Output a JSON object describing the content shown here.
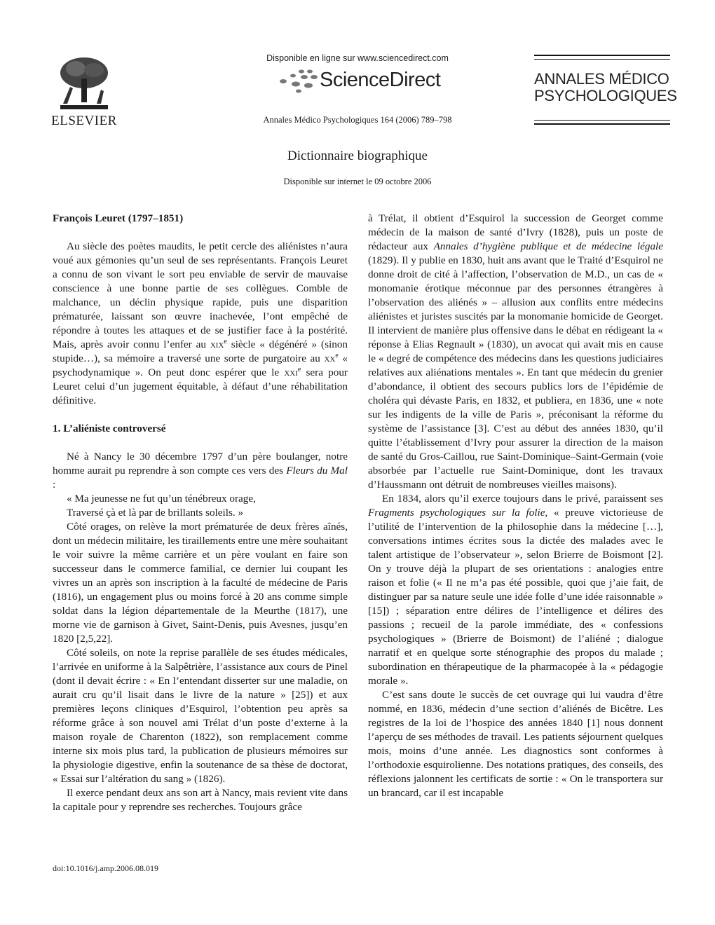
{
  "header": {
    "publisher": "ELSEVIER",
    "online_notice": "Disponible en ligne sur www.sciencedirect.com",
    "platform": "ScienceDirect",
    "journal_reference": "Annales Médico Psychologiques 164 (2006) 789–798",
    "journal_title_line1": "ANNALES MÉDICO",
    "journal_title_line2": "PSYCHOLOGIQUES"
  },
  "section": "Dictionnaire biographique",
  "availability": "Disponible sur internet le 09 octobre 2006",
  "article": {
    "title": "François Leuret (1797–1851)",
    "intro_a": "Au siècle des poètes maudits, le petit cercle des aliénistes n’aura voué aux gémonies qu’un seul de ses représentants. François Leuret a connu de son vivant le sort peu enviable de servir de mauvaise conscience à une bonne partie de ses collègues. Comble de malchance, un déclin physique rapide, puis une disparition prématurée, laissant son œuvre inachevée, l’ont empêché de répondre à toutes les attaques et de se justifier face à la postérité. Mais, après avoir connu l’enfer au ",
    "century_19": "xix",
    "century_suffix": "e",
    "intro_b": " siècle « dégénéré » (sinon stupide…), sa mémoire a traversé une sorte de purgatoire au ",
    "century_20": "xx",
    "intro_c": " « psychodynamique ». On peut donc espérer que le ",
    "century_21": "xxi",
    "intro_d": " sera pour Leuret celui d’un jugement équitable, à défaut d’une réhabilitation définitive.",
    "heading_1": "1. L’aliéniste controversé",
    "p1_a": "Né à Nancy le 30 décembre 1797 d’un père boulanger, notre homme aurait pu reprendre à son compte ces vers des ",
    "p1_work": "Fleurs du Mal",
    "p1_b": " :",
    "verse_1": "« Ma jeunesse ne fut qu’un ténébreux orage,",
    "verse_2": "Traversé çà et là par de brillants soleils. »",
    "p2": "Côté orages, on relève la mort prématurée de deux frères aînés, dont un médecin militaire, les tiraillements entre une mère souhaitant le voir suivre la même carrière et un père voulant en faire son successeur dans le commerce familial, ce dernier lui coupant les vivres un an après son inscription à la faculté de médecine de Paris (1816), un engagement plus ou moins forcé à 20 ans comme simple soldat dans la légion départementale de la Meurthe (1817), une morne vie de garnison à Givet, Saint-Denis, puis Avesnes, jusqu’en 1820 [2,5,22].",
    "p3": "Côté soleils, on note la reprise parallèle de ses études médicales, l’arrivée en uniforme à la Salpêtrière, l’assistance aux cours de Pinel (dont il devait écrire : « En l’entendant disserter sur une maladie, on aurait cru qu’il lisait dans le livre de la nature » [25]) et aux premières leçons cliniques d’Esquirol, l’obtention peu après sa réforme grâce à son nouvel ami Trélat d’un poste d’externe à la maison royale de Charenton (1822), son remplacement comme interne six mois plus tard, la publication de plusieurs mémoires sur la physiologie digestive, enfin la soutenance de sa thèse de doctorat, « Essai sur l’altération du sang » (1826).",
    "p4": "Il exerce pendant deux ans son art à Nancy, mais revient vite dans la capitale pour y reprendre ses recherches. Toujours grâce",
    "p5_a": "à Trélat, il obtient d’Esquirol la succession de Georget comme médecin de la maison de santé d’Ivry (1828), puis un poste de rédacteur aux ",
    "p5_journal": "Annales d’hygiène publique et de médecine légale",
    "p5_b": " (1829). Il y publie en 1830, huit ans avant que le Traité d’Esquirol ne donne droit de cité à l’affection, l’observation de M.D., un cas de « monomanie érotique méconnue par des personnes étrangères à l’observation des aliénés » – allusion aux conflits entre médecins aliénistes et juristes suscités par la monomanie homicide de Georget. Il intervient de manière plus offensive dans le débat en rédigeant la « réponse à Elias Regnault » (1830), un avocat qui avait mis en cause le « degré de compétence des médecins dans les questions judiciaires relatives aux aliénations mentales ». En tant que médecin du grenier d’abondance, il obtient des secours publics lors de l’épidémie de choléra qui dévaste Paris, en 1832, et publiera, en 1836, une « note sur les indigents de la ville de Paris », préconisant la réforme du système de l’assistance [3]. C’est au début des années 1830, qu’il quitte l’établissement d’Ivry pour assurer la direction de la maison de santé du Gros-Caillou, rue Saint-Dominique–Saint-Germain (voie absorbée par l’actuelle rue Saint-Dominique, dont les travaux d’Haussmann ont détruit de nombreuses vieilles maisons).",
    "p6_a": "En 1834, alors qu’il exerce toujours dans le privé, paraissent ses ",
    "p6_work": "Fragments psychologiques sur la folie",
    "p6_b": ", « preuve victorieuse de l’utilité de l’intervention de la philosophie dans la médecine […], conversations intimes écrites sous la dictée des malades avec le talent artistique de l’observateur », selon Brierre de Boismont [2]. On y trouve déjà la plupart de ses orientations : analogies entre raison et folie (« Il ne m’a pas été possible, quoi que j’aie fait, de distinguer par sa nature seule une idée folle d’une idée raisonnable » [15]) ; séparation entre délires de l’intelligence et délires des passions ; recueil de la parole immédiate, des « confessions psychologiques » (Brierre de Boismont) de l’aliéné ; dialogue narratif et en quelque sorte sténographie des propos du malade ; subordination en thérapeutique de la pharmacopée à la « pédagogie morale ».",
    "p7": "C’est sans doute le succès de cet ouvrage qui lui vaudra d’être nommé, en 1836, médecin d’une section d’aliénés de Bicêtre. Les registres de la loi de l’hospice des années 1840 [1] nous donnent l’aperçu de ses méthodes de travail. Les patients séjournent quelques mois, moins d’une année. Les diagnostics sont conformes à l’orthodoxie esquirolienne. Des notations pratiques, des conseils, des réflexions jalonnent les certificats de sortie : « On le transportera sur un brancard, car il est incapable"
  },
  "footer": {
    "doi": "doi:10.1016/j.amp.2006.08.019"
  }
}
